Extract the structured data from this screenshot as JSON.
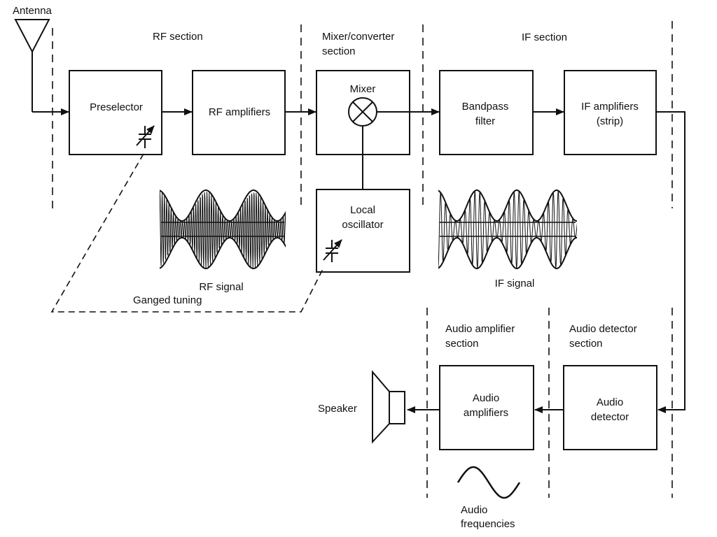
{
  "diagram": {
    "sections": {
      "rf": "RF section",
      "mixer_line1": "Mixer/converter",
      "mixer_line2": "section",
      "if": "IF section",
      "audio_amp_line1": "Audio amplifier",
      "audio_amp_line2": "section",
      "audio_det_line1": "Audio detector",
      "audio_det_line2": "section"
    },
    "blocks": {
      "preselector": "Preselector",
      "rf_amplifiers": "RF amplifiers",
      "mixer": "Mixer",
      "bandpass_line1": "Bandpass",
      "bandpass_line2": "filter",
      "if_amp_line1": "IF amplifiers",
      "if_amp_line2": "(strip)",
      "local_osc_line1": "Local",
      "local_osc_line2": "oscillator",
      "audio_amp_line1": "Audio",
      "audio_amp_line2": "amplifiers",
      "audio_det_line1": "Audio",
      "audio_det_line2": "detector"
    },
    "labels": {
      "antenna": "Antenna",
      "speaker": "Speaker",
      "rf_signal": "RF signal",
      "if_signal": "IF signal",
      "ganged_tuning": "Ganged tuning",
      "audio_freq_line1": "Audio",
      "audio_freq_line2": "frequencies"
    }
  }
}
